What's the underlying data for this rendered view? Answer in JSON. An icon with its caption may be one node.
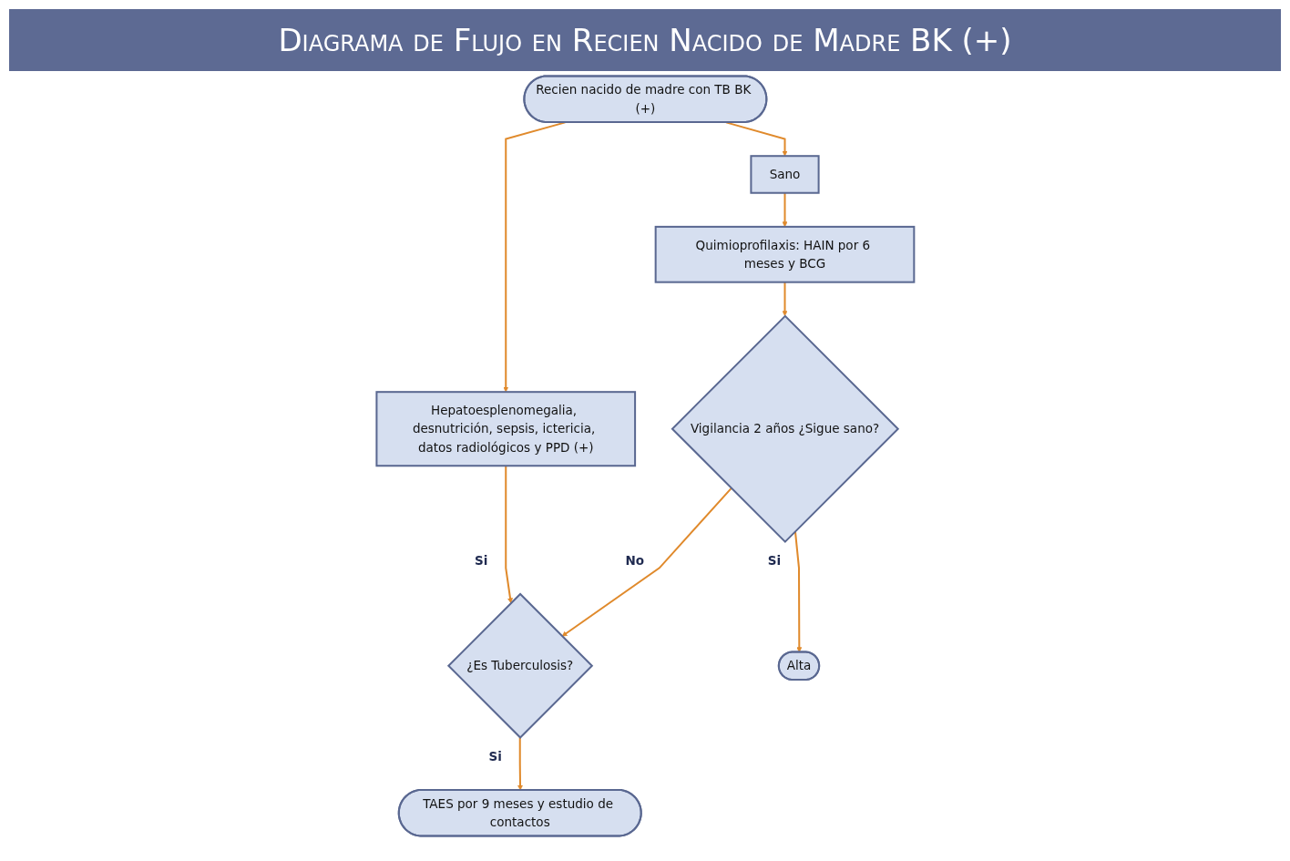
{
  "diagram": {
    "title": "Diagrama de Flujo en Recien Nacido de Madre BK (+)",
    "nodes": [
      {
        "text": [
          "Recien nacido de madre con TB BK (+)"
        ]
      },
      {
        "text": [
          "Sano"
        ]
      },
      {
        "text": [
          "Hepatoesplenomegalia, desnutrición, sepsis, ictericia, datos radiológicos y PPD (+)"
        ]
      },
      {
        "text": [
          "Quimioprofilaxis: HAIN por 6 meses y BCG"
        ]
      },
      {
        "text": [
          "Vigilancia 2 años ¿Sigue sano?"
        ]
      },
      {
        "text": [
          "¿Es Tuberculosis?"
        ]
      },
      {
        "text": [
          "Alta"
        ]
      },
      {
        "text": [
          "TAES por 9 meses y estudio de contactos"
        ]
      }
    ],
    "edges": [
      {
        "from": 0,
        "to": 1,
        "arrow": "to"
      },
      {
        "from": 0,
        "to": 2,
        "arrow": "to"
      },
      {
        "from": 1,
        "to": 3,
        "arrow": "to"
      },
      {
        "from": 2,
        "to": 5,
        "arrow": "to",
        "label": "Si"
      },
      {
        "from": 3,
        "to": 4,
        "arrow": "to"
      },
      {
        "from": 4,
        "to": 5,
        "arrow": "to",
        "label": "No"
      },
      {
        "from": 4,
        "to": 6,
        "arrow": "to",
        "label": "Si"
      },
      {
        "from": 5,
        "to": 7,
        "arrow": "to",
        "label": "Si"
      }
    ]
  }
}
